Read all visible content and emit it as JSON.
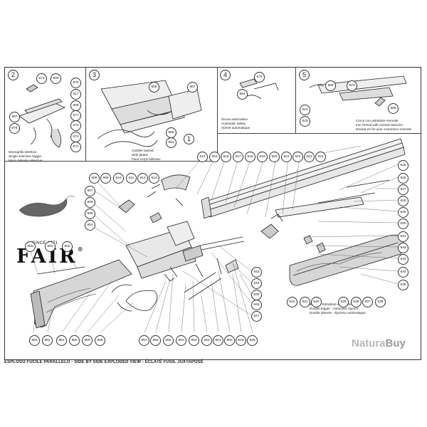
{
  "title": "ESPLOSO FUCILE PARALLELO  -  SIDE BY SIDE EXPLODED VIEW  -  ÉCLATÉ FUSIL JUXTAPOSÉ",
  "watermark": {
    "text1": "Natura",
    "text2": "Buy"
  },
  "logo": {
    "since": "SINCE 1971",
    "name": "FAIR",
    "registered": "®"
  },
  "panels": [
    {
      "num": "2",
      "caption": [
        "Monogrillo selettivo",
        "Single selective trigger",
        "Mono détente sélective"
      ]
    },
    {
      "num": "3",
      "caption": [
        "Cartelle laterali",
        "Side-plates",
        "Faux-corps latéraux"
      ]
    },
    {
      "num": "4",
      "caption": [
        "Sicura automatica",
        "Automatic safety",
        "Sûreté automatique"
      ]
    },
    {
      "num": "5",
      "caption": [
        "Croce con estrattore normale",
        "Iron forend with normal extractor",
        "Devant en fer avec extracteur normale"
      ]
    },
    {
      "num": "1",
      "caption": [
        "Bigrillo - Estrattore automatico",
        "Double trigger - Automatic ejector",
        "Double détente - Éjecteur automatique"
      ]
    }
  ],
  "part_numbers": {
    "p2": [
      "674",
      "609",
      "675",
      "617",
      "608",
      "677",
      "673",
      "672",
      "671",
      "607",
      "676"
    ],
    "p3": [
      "666",
      "667",
      "665",
      "664"
    ],
    "p4": [
      "670",
      "654"
    ],
    "p5": [
      "669",
      "621",
      "642",
      "643",
      "668"
    ],
    "top": [
      "614",
      "615",
      "616",
      "617",
      "618",
      "619",
      "620",
      "621",
      "622",
      "623",
      "624"
    ],
    "left": [
      "608",
      "609",
      "610",
      "611",
      "612",
      "613",
      "607",
      "606",
      "605",
      "604"
    ],
    "right": [
      "625",
      "626",
      "627",
      "628",
      "629",
      "630",
      "631",
      "632",
      "633",
      "634",
      "635"
    ],
    "mid": [
      "643",
      "644",
      "645",
      "646",
      "647"
    ],
    "forend": [
      "642",
      "641",
      "640",
      "639",
      "638",
      "637",
      "636"
    ],
    "stock": [
      "600",
      "602",
      "603"
    ],
    "bottom": [
      "863",
      "862",
      "861",
      "860",
      "859",
      "658",
      "657",
      "656",
      "655",
      "654",
      "653",
      "652",
      "651",
      "650",
      "649",
      "648"
    ]
  }
}
